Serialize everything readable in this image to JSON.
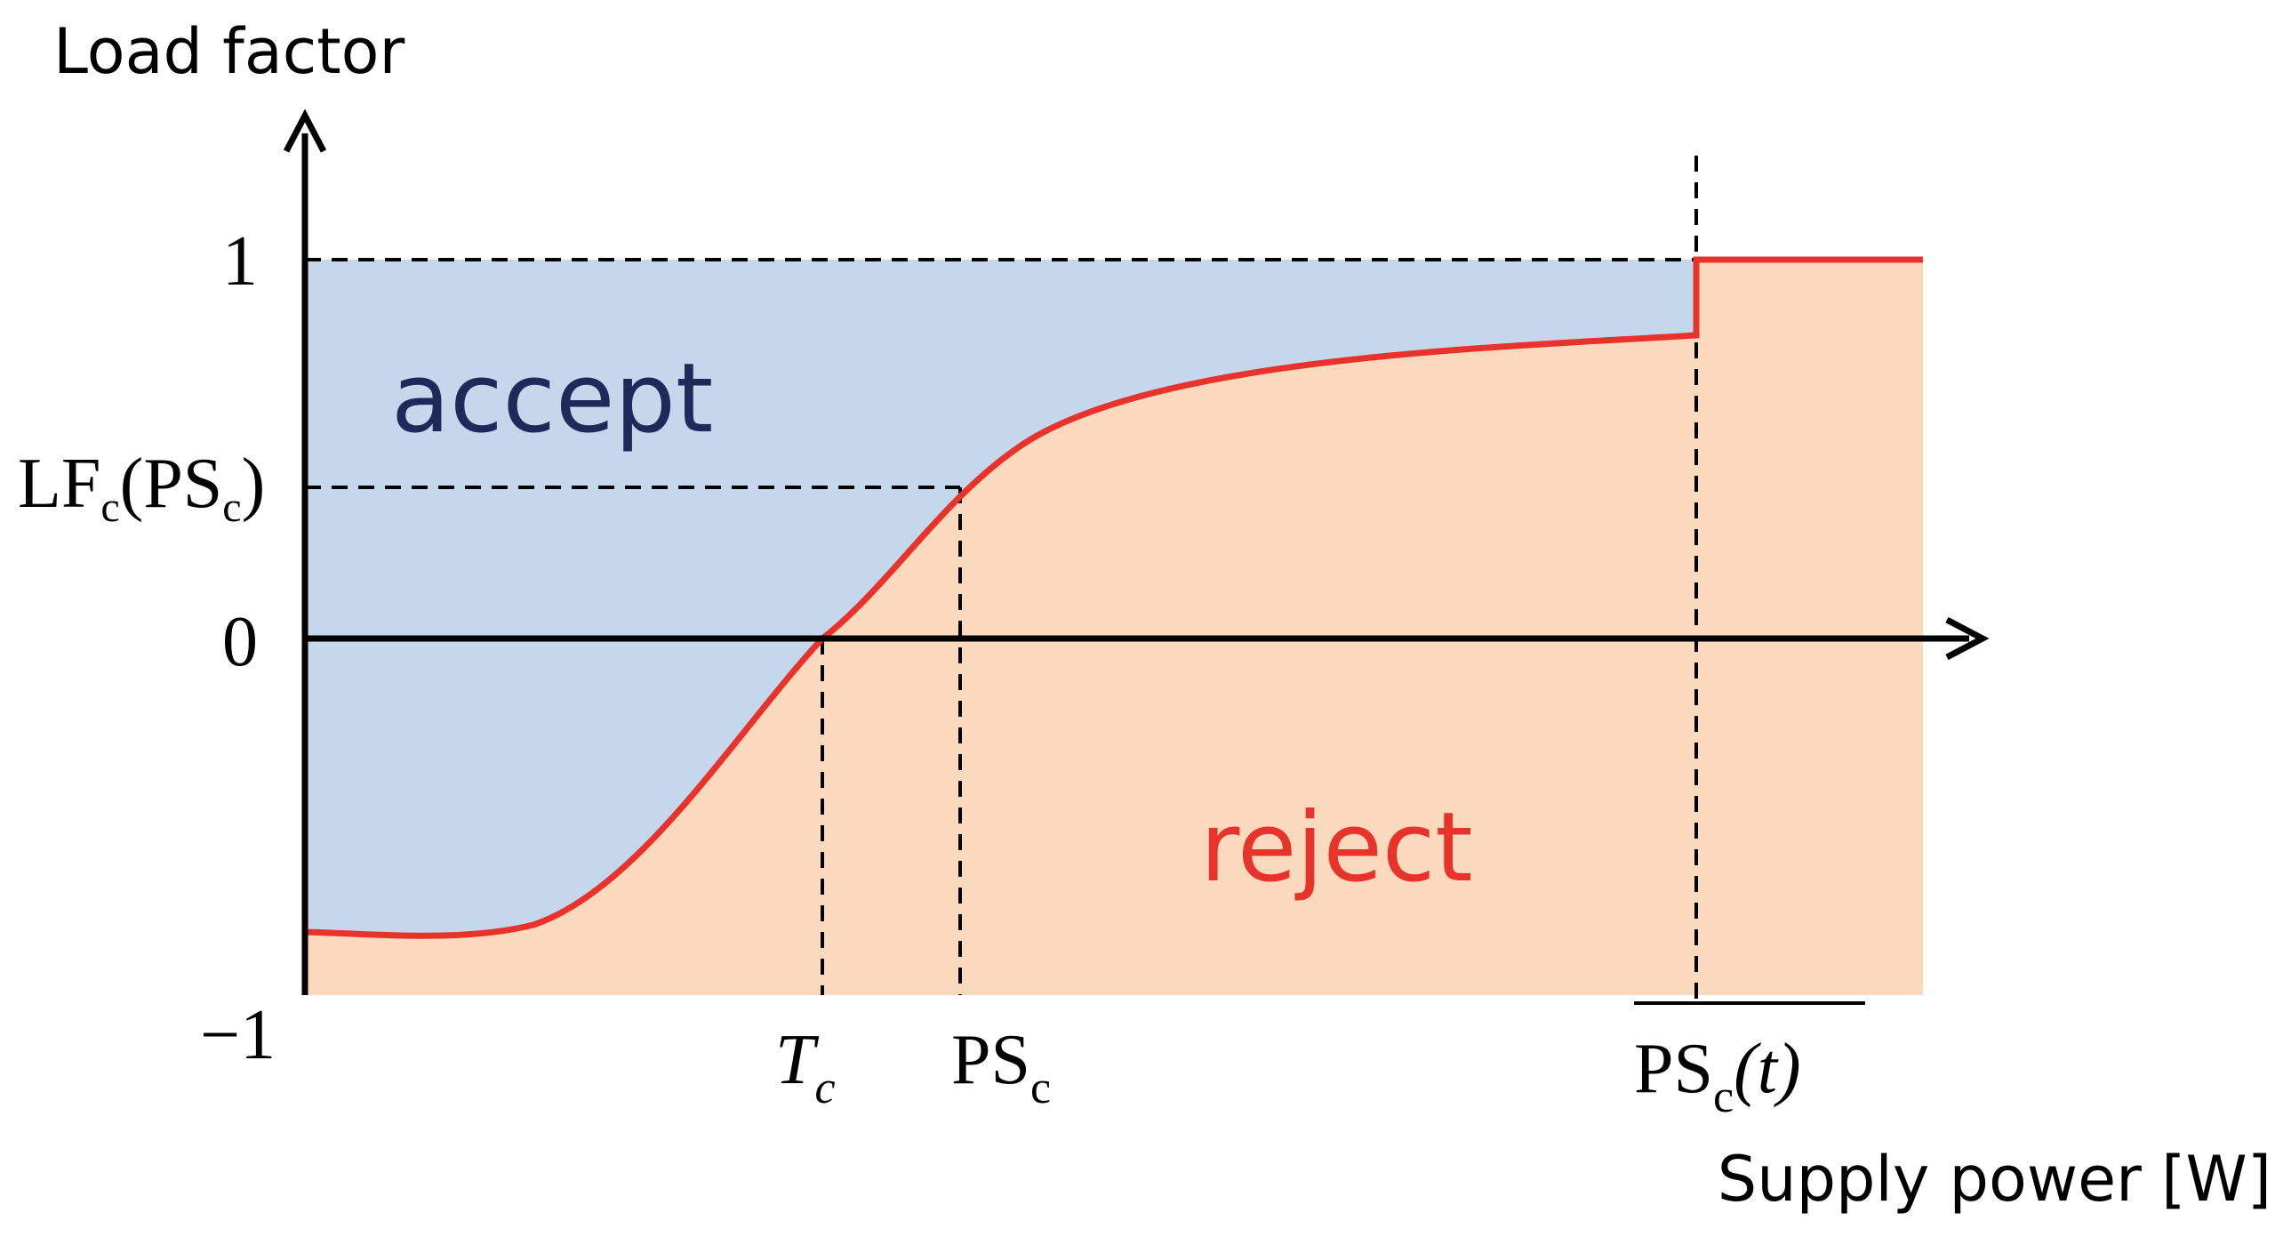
{
  "y_axis_title": "Load factor",
  "x_axis_title": "Supply power [W]",
  "y_ticks": {
    "one": "1",
    "zero": "0",
    "minus_one": "−1"
  },
  "lf_label": {
    "base": "LF",
    "sub": "c",
    "open": "(PS",
    "sub2": "c",
    "close": ")"
  },
  "x_marks": {
    "tc": {
      "base": "T",
      "sub": "c"
    },
    "psc": {
      "base": "PS",
      "sub": "c"
    },
    "psc_t": {
      "base": "PS",
      "sub": "c",
      "arg": "(t)"
    }
  },
  "regions": {
    "accept": "accept",
    "reject": "reject"
  },
  "colors": {
    "accept_fill": "#c5d7eb",
    "reject_fill": "#fbd9bd",
    "curve": "#e8322c",
    "accept_text": "#1e2a5a",
    "reject_text": "#e8322c",
    "axis": "#000000"
  }
}
